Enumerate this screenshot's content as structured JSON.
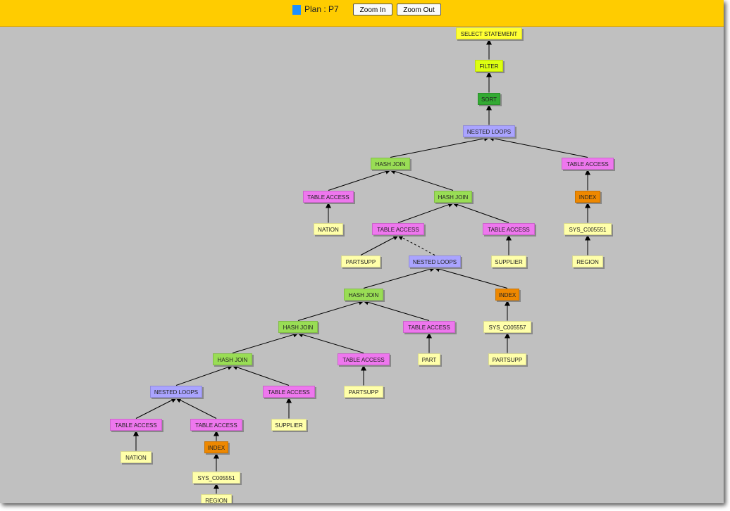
{
  "toolbar": {
    "plan_label": "Plan : P7",
    "zoom_in": "Zoom In",
    "zoom_out": "Zoom Out",
    "plan_icon_color": "#1e90ff"
  },
  "colors": {
    "statement": "#ffff33",
    "filter": "#ddff11",
    "sort": "#33aa33",
    "nested": "#aaa4ff",
    "hash": "#99dd55",
    "table": "#ee77ee",
    "index": "#ee8800",
    "object": "#ffffaa"
  },
  "nodes": [
    {
      "label": "SELECT STATEMENT",
      "type": "statement"
    },
    {
      "label": "FILTER",
      "type": "filter"
    },
    {
      "label": "SORT",
      "type": "sort"
    },
    {
      "label": "NESTED LOOPS",
      "type": "nested"
    },
    {
      "label": "HASH JOIN",
      "type": "hash"
    },
    {
      "label": "TABLE ACCESS",
      "type": "table"
    },
    {
      "label": "TABLE ACCESS",
      "type": "table"
    },
    {
      "label": "HASH JOIN",
      "type": "hash"
    },
    {
      "label": "INDEX",
      "type": "index"
    },
    {
      "label": "NATION",
      "type": "object"
    },
    {
      "label": "TABLE ACCESS",
      "type": "table"
    },
    {
      "label": "TABLE ACCESS",
      "type": "table"
    },
    {
      "label": "SYS_C005551",
      "type": "object"
    },
    {
      "label": "PARTSUPP",
      "type": "object"
    },
    {
      "label": "NESTED LOOPS",
      "type": "nested"
    },
    {
      "label": "SUPPLIER",
      "type": "object"
    },
    {
      "label": "REGION",
      "type": "object"
    },
    {
      "label": "HASH JOIN",
      "type": "hash"
    },
    {
      "label": "INDEX",
      "type": "index"
    },
    {
      "label": "HASH JOIN",
      "type": "hash"
    },
    {
      "label": "TABLE ACCESS",
      "type": "table"
    },
    {
      "label": "SYS_C005557",
      "type": "object"
    },
    {
      "label": "HASH JOIN",
      "type": "hash"
    },
    {
      "label": "TABLE ACCESS",
      "type": "table"
    },
    {
      "label": "PART",
      "type": "object"
    },
    {
      "label": "PARTSUPP",
      "type": "object"
    },
    {
      "label": "NESTED LOOPS",
      "type": "nested"
    },
    {
      "label": "TABLE ACCESS",
      "type": "table"
    },
    {
      "label": "PARTSUPP",
      "type": "object"
    },
    {
      "label": "TABLE ACCESS",
      "type": "table"
    },
    {
      "label": "TABLE ACCESS",
      "type": "table"
    },
    {
      "label": "SUPPLIER",
      "type": "object"
    },
    {
      "label": "NATION",
      "type": "object"
    },
    {
      "label": "INDEX",
      "type": "index"
    },
    {
      "label": "SYS_C005551",
      "type": "object"
    },
    {
      "label": "REGION",
      "type": "object"
    }
  ],
  "edges": [
    [
      1,
      0
    ],
    [
      2,
      1
    ],
    [
      3,
      2
    ],
    [
      4,
      3
    ],
    [
      5,
      3
    ],
    [
      6,
      4
    ],
    [
      7,
      4
    ],
    [
      8,
      5
    ],
    [
      9,
      6
    ],
    [
      10,
      7
    ],
    [
      11,
      7
    ],
    [
      12,
      8
    ],
    [
      13,
      10
    ],
    [
      14,
      10,
      "dashed"
    ],
    [
      15,
      11
    ],
    [
      16,
      12
    ],
    [
      17,
      14
    ],
    [
      18,
      14
    ],
    [
      19,
      17
    ],
    [
      20,
      17
    ],
    [
      21,
      18
    ],
    [
      22,
      19
    ],
    [
      23,
      19
    ],
    [
      24,
      20
    ],
    [
      25,
      21
    ],
    [
      26,
      22
    ],
    [
      27,
      22
    ],
    [
      28,
      23
    ],
    [
      29,
      26
    ],
    [
      30,
      26
    ],
    [
      31,
      27
    ],
    [
      32,
      29
    ],
    [
      33,
      30
    ],
    [
      34,
      33
    ],
    [
      35,
      34
    ]
  ]
}
